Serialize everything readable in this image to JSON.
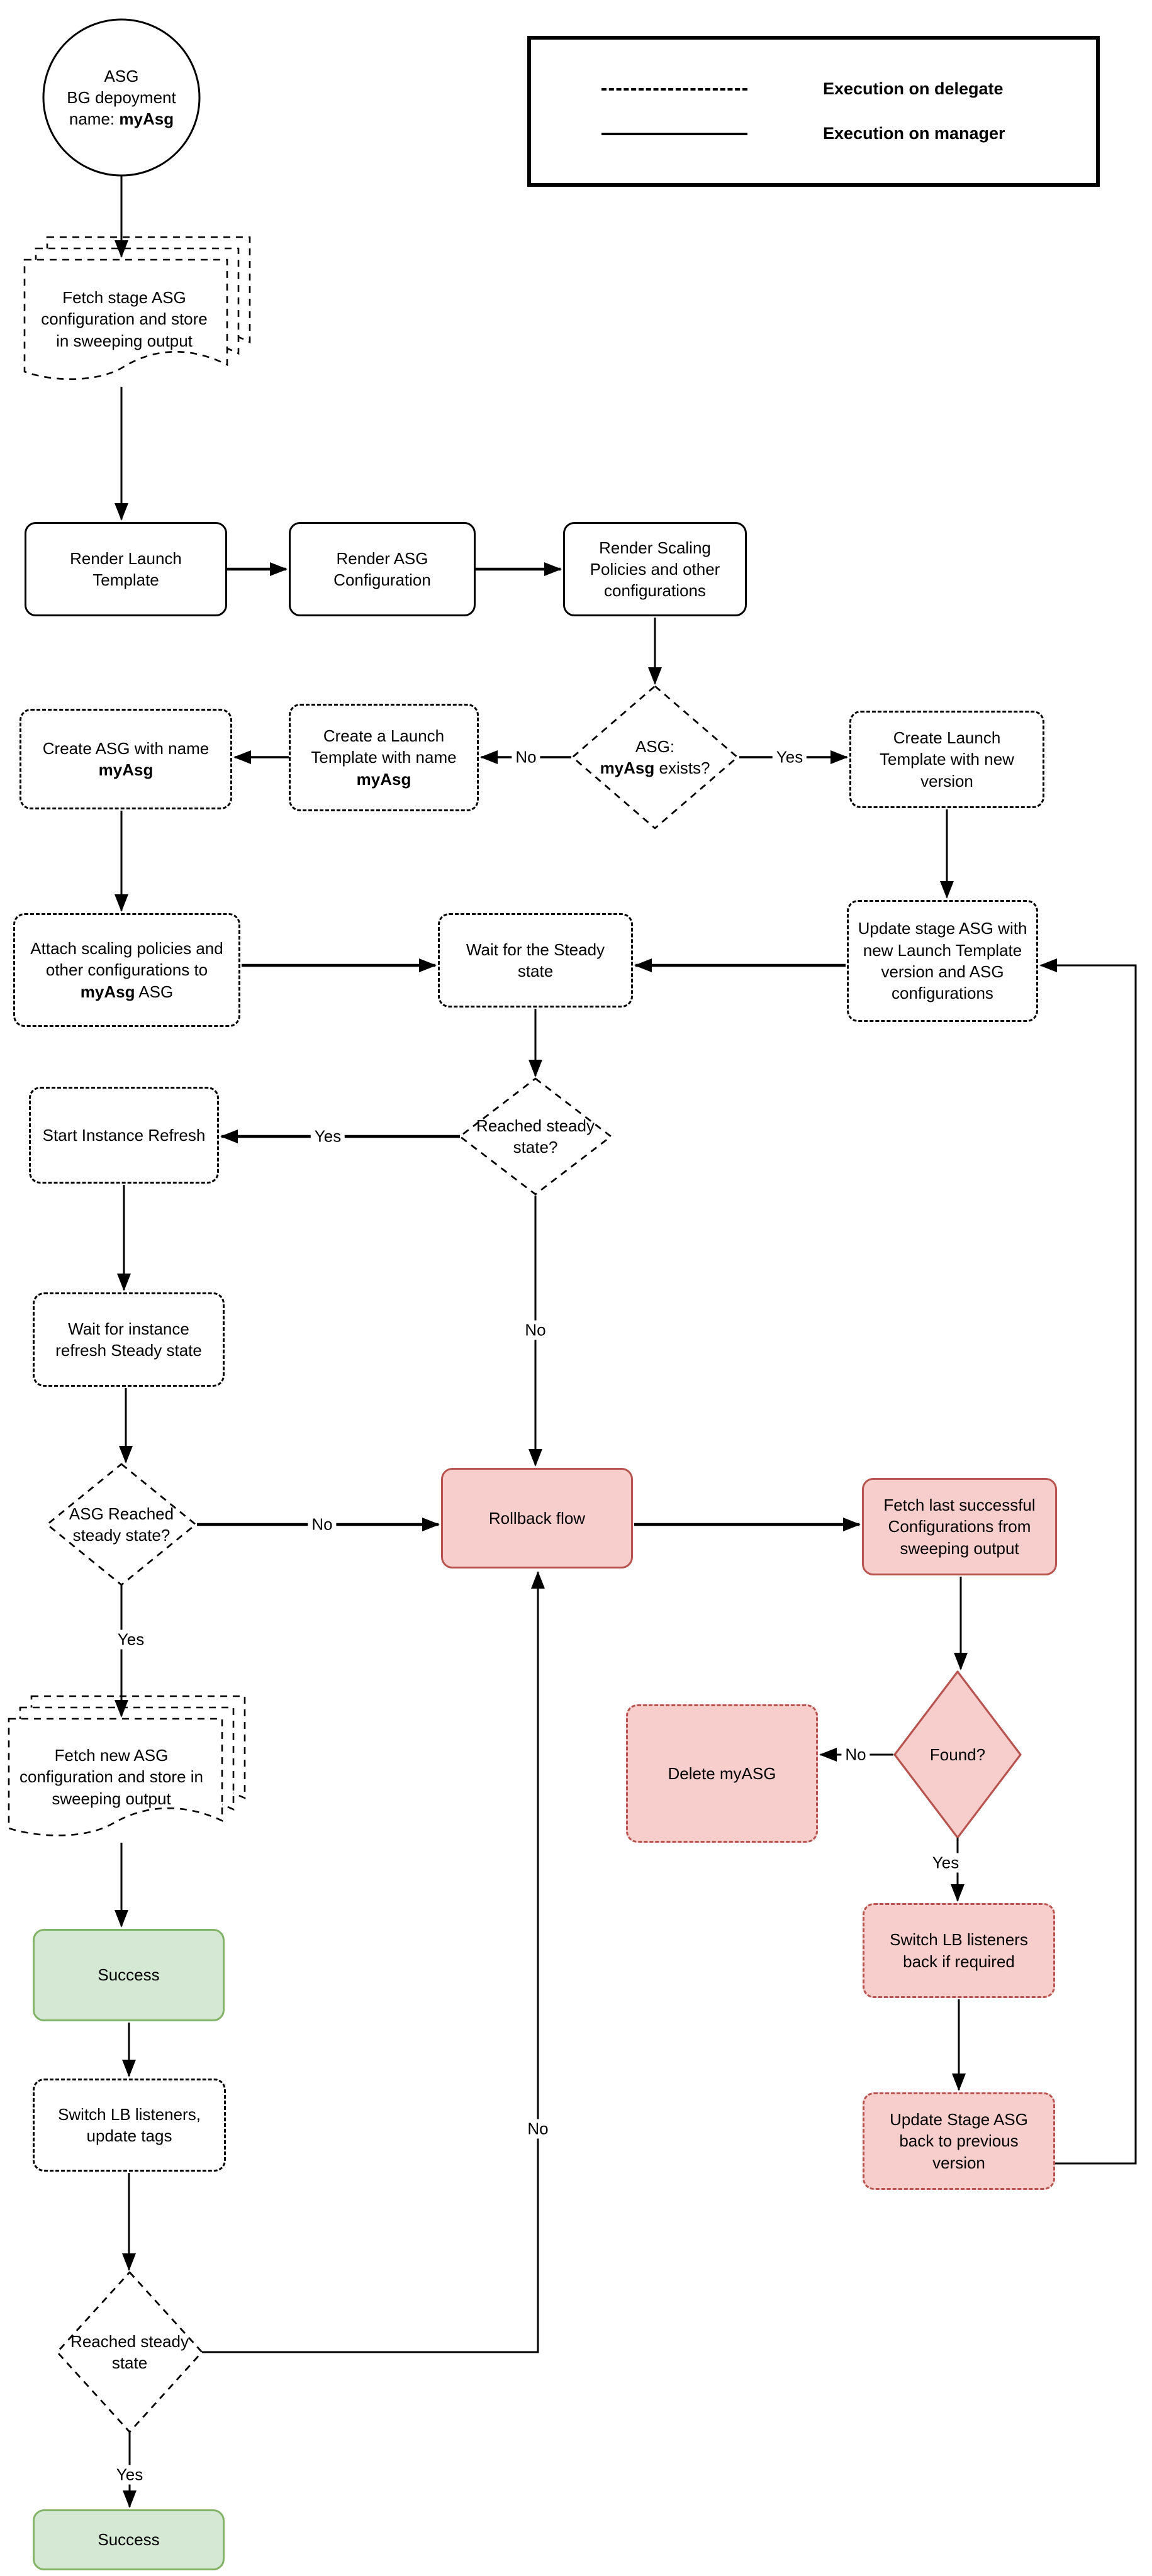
{
  "legend": {
    "delegate_label": "Execution on delegate",
    "manager_label": "Execution on manager"
  },
  "nodes": {
    "start": {
      "line1": "ASG",
      "line2": "BG depoyment",
      "line3_pre": "name: ",
      "line3_bold": "myAsg"
    },
    "fetch_stage": "Fetch stage ASG configuration and store in sweeping output",
    "render_launch_template": "Render Launch Template",
    "render_asg_config": "Render ASG Configuration",
    "render_scaling": "Render Scaling Policies and other configurations",
    "asg_exists": {
      "line1": "ASG:",
      "bold": "myAsg",
      "post": " exists?"
    },
    "create_launch_template": {
      "pre": "Create a Launch Template with name ",
      "bold": "myAsg"
    },
    "create_asg": {
      "pre": "Create ASG with name ",
      "bold": "myAsg"
    },
    "create_lt_new_version": "Create Launch Template with new version",
    "attach_scaling": {
      "pre": "Attach scaling policies and other configurations to ",
      "bold": "myAsg",
      "post": " ASG"
    },
    "wait_steady": "Wait for the Steady state",
    "update_stage_asg": "Update stage ASG with new Launch Template version and ASG configurations",
    "reached_steady_q": "Reached steady state?",
    "start_instance_refresh": "Start Instance Refresh",
    "wait_instance_refresh": "Wait for instance refresh Steady state",
    "asg_reached_q": "ASG Reached steady state?",
    "rollback": "Rollback flow",
    "fetch_last_successful": "Fetch last successful Configurations from sweeping output",
    "found_q": "Found?",
    "delete_myasg": "Delete myASG",
    "fetch_new_asg": "Fetch new ASG configuration and store in sweeping output",
    "success1": "Success",
    "switch_lb_tags": "Switch LB listeners, update tags",
    "switch_lb_back": "Switch LB listeners back if required",
    "update_stage_back": "Update Stage ASG back to previous version",
    "reached_steady_bottom": "Reached steady state",
    "success2": "Success"
  },
  "edge_labels": {
    "no_exists": "No",
    "yes_exists": "Yes",
    "yes_steady": "Yes",
    "no_steady": "No",
    "no_asg_reached": "No",
    "yes_asg_reached": "Yes",
    "no_found": "No",
    "yes_found": "Yes",
    "no_bottom": "No",
    "yes_bottom": "Yes"
  },
  "colors": {
    "danger_fill": "#f8cecc",
    "danger_border": "#b85450",
    "success_fill": "#d5e8d4",
    "success_border": "#82b366",
    "line": "#000000"
  }
}
